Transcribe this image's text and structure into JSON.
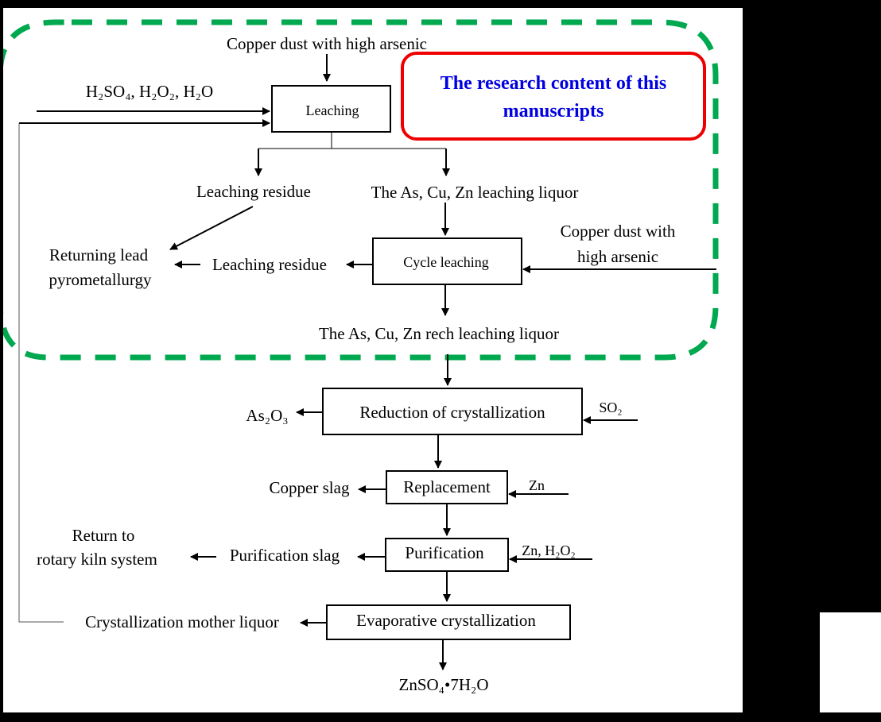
{
  "diagram": {
    "title_box": {
      "line1": "The research content of this",
      "line2": "manuscripts",
      "text_color": "#0000e0",
      "border_color": "#ee0000"
    },
    "region_color": "#00a84f",
    "inputs": {
      "copper_dust_top": "Copper dust with high arsenic",
      "reagents_top": "H₂SO₄, H₂O₂, H₂O",
      "copper_dust_right_1": "Copper dust with",
      "copper_dust_right_2": "high arsenic",
      "so2": "SO₂",
      "zn": "Zn",
      "zn_h2o2": "Zn, H₂O₂"
    },
    "boxes": {
      "leaching": "Leaching",
      "cycle_leaching": "Cycle leaching",
      "reduction": "Reduction of crystallization",
      "replacement": "Replacement",
      "purification": "Purification",
      "evaporative": "Evaporative crystallization"
    },
    "outputs": {
      "leaching_residue_1": "Leaching residue",
      "leaching_liquor": "The As, Cu, Zn leaching liquor",
      "returning_lead_1": "Returning lead",
      "returning_lead_2": "pyrometallurgy",
      "leaching_residue_2": "Leaching residue",
      "rich_liquor": "The As, Cu, Zn rech leaching liquor",
      "as2o3": "As₂O₃",
      "copper_slag": "Copper slag",
      "return_to_1": "Return to",
      "return_to_2": "rotary kiln system",
      "purification_slag": "Purification slag",
      "mother_liquor": "Crystallization mother liquor",
      "product": "ZnSO₄•7H₂O"
    }
  }
}
